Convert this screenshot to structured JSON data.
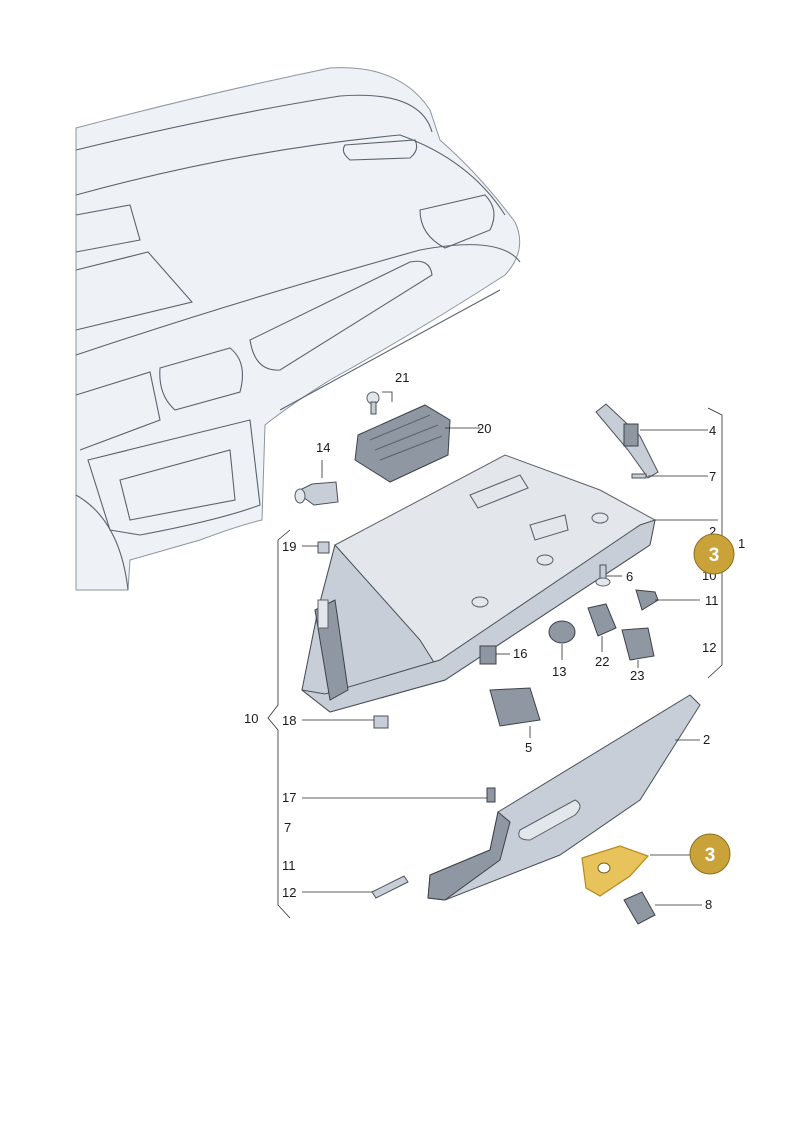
{
  "labels": {
    "l1": "1",
    "l2": "2",
    "l3a": "3",
    "l4": "4",
    "l5": "5",
    "l6": "6",
    "l7a": "7",
    "l7b": "7",
    "l8": "8",
    "l10a": "10",
    "l10b": "10",
    "l11a": "11",
    "l11b": "11",
    "l12a": "12",
    "l12b": "12",
    "l13": "13",
    "l14": "14",
    "l16": "16",
    "l17": "17",
    "l18": "18",
    "l19": "19",
    "l20": "20",
    "l21": "21",
    "l22": "22",
    "l23": "23"
  },
  "badges": {
    "b1": "3",
    "b2": "3"
  },
  "colors": {
    "badge": "#c9a23a",
    "highlight": "#e8c25a"
  }
}
